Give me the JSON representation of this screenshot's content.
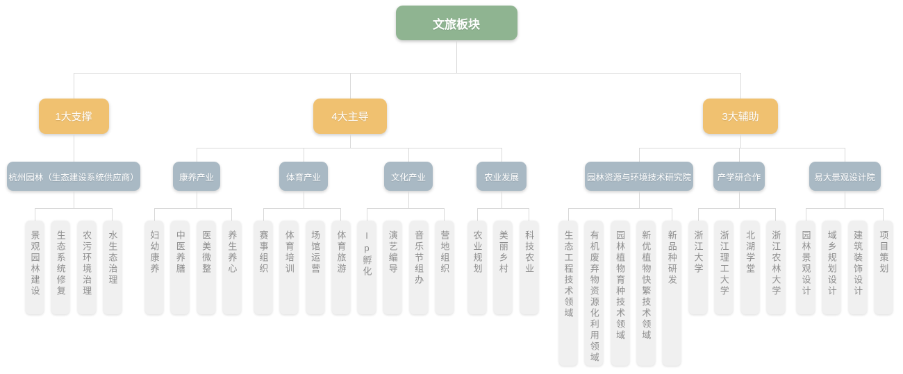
{
  "colors": {
    "root_bg": "#8fb491",
    "branch_bg": "#f0c170",
    "category_bg": "#a9b9c4",
    "leaf_bg": "#f0f0f0",
    "leaf_text": "#8d8d8d",
    "node_text": "#ffffff",
    "line": "#d9d9d9",
    "background": "#ffffff"
  },
  "tree": {
    "root": {
      "label": "文旅板块"
    },
    "branches": [
      {
        "label": "1大支撑",
        "categories": [
          {
            "label": "杭州园林（生态建设系统供应商）",
            "leaves": [
              "景观园林建设",
              "生态系统修复",
              "农污环境治理",
              "水生态治理"
            ]
          }
        ]
      },
      {
        "label": "4大主导",
        "categories": [
          {
            "label": "康养产业",
            "leaves": [
              "妇幼康养",
              "中医养膳",
              "医美微整",
              "养生养心"
            ]
          },
          {
            "label": "体育产业",
            "leaves": [
              "赛事组织",
              "体育培训",
              "场馆运营",
              "体育旅游"
            ]
          },
          {
            "label": "文化产业",
            "leaves": [
              "Ip孵化",
              "演艺编导",
              "音乐节组办",
              "营地组织"
            ]
          },
          {
            "label": "农业发展",
            "leaves": [
              "农业规划",
              "美丽乡村",
              "科技农业"
            ]
          }
        ]
      },
      {
        "label": "3大辅助",
        "categories": [
          {
            "label": "园林资源与环境技术研究院",
            "tall": true,
            "leaves": [
              "生态工程技术领域",
              "有机废弃物资源化利用领域",
              "园林植物育种技术领域",
              "新优植物快繁技术领域",
              "新品种研发"
            ]
          },
          {
            "label": "产学研合作",
            "leaves": [
              "浙江大学",
              "浙江理工大学",
              "北湖学堂",
              "浙江农林大学"
            ]
          },
          {
            "label": "易大景观设计院",
            "leaves": [
              "园林景观设计",
              "域乡规划设计",
              "建筑装饰设计",
              "项目策划"
            ]
          }
        ]
      }
    ]
  }
}
